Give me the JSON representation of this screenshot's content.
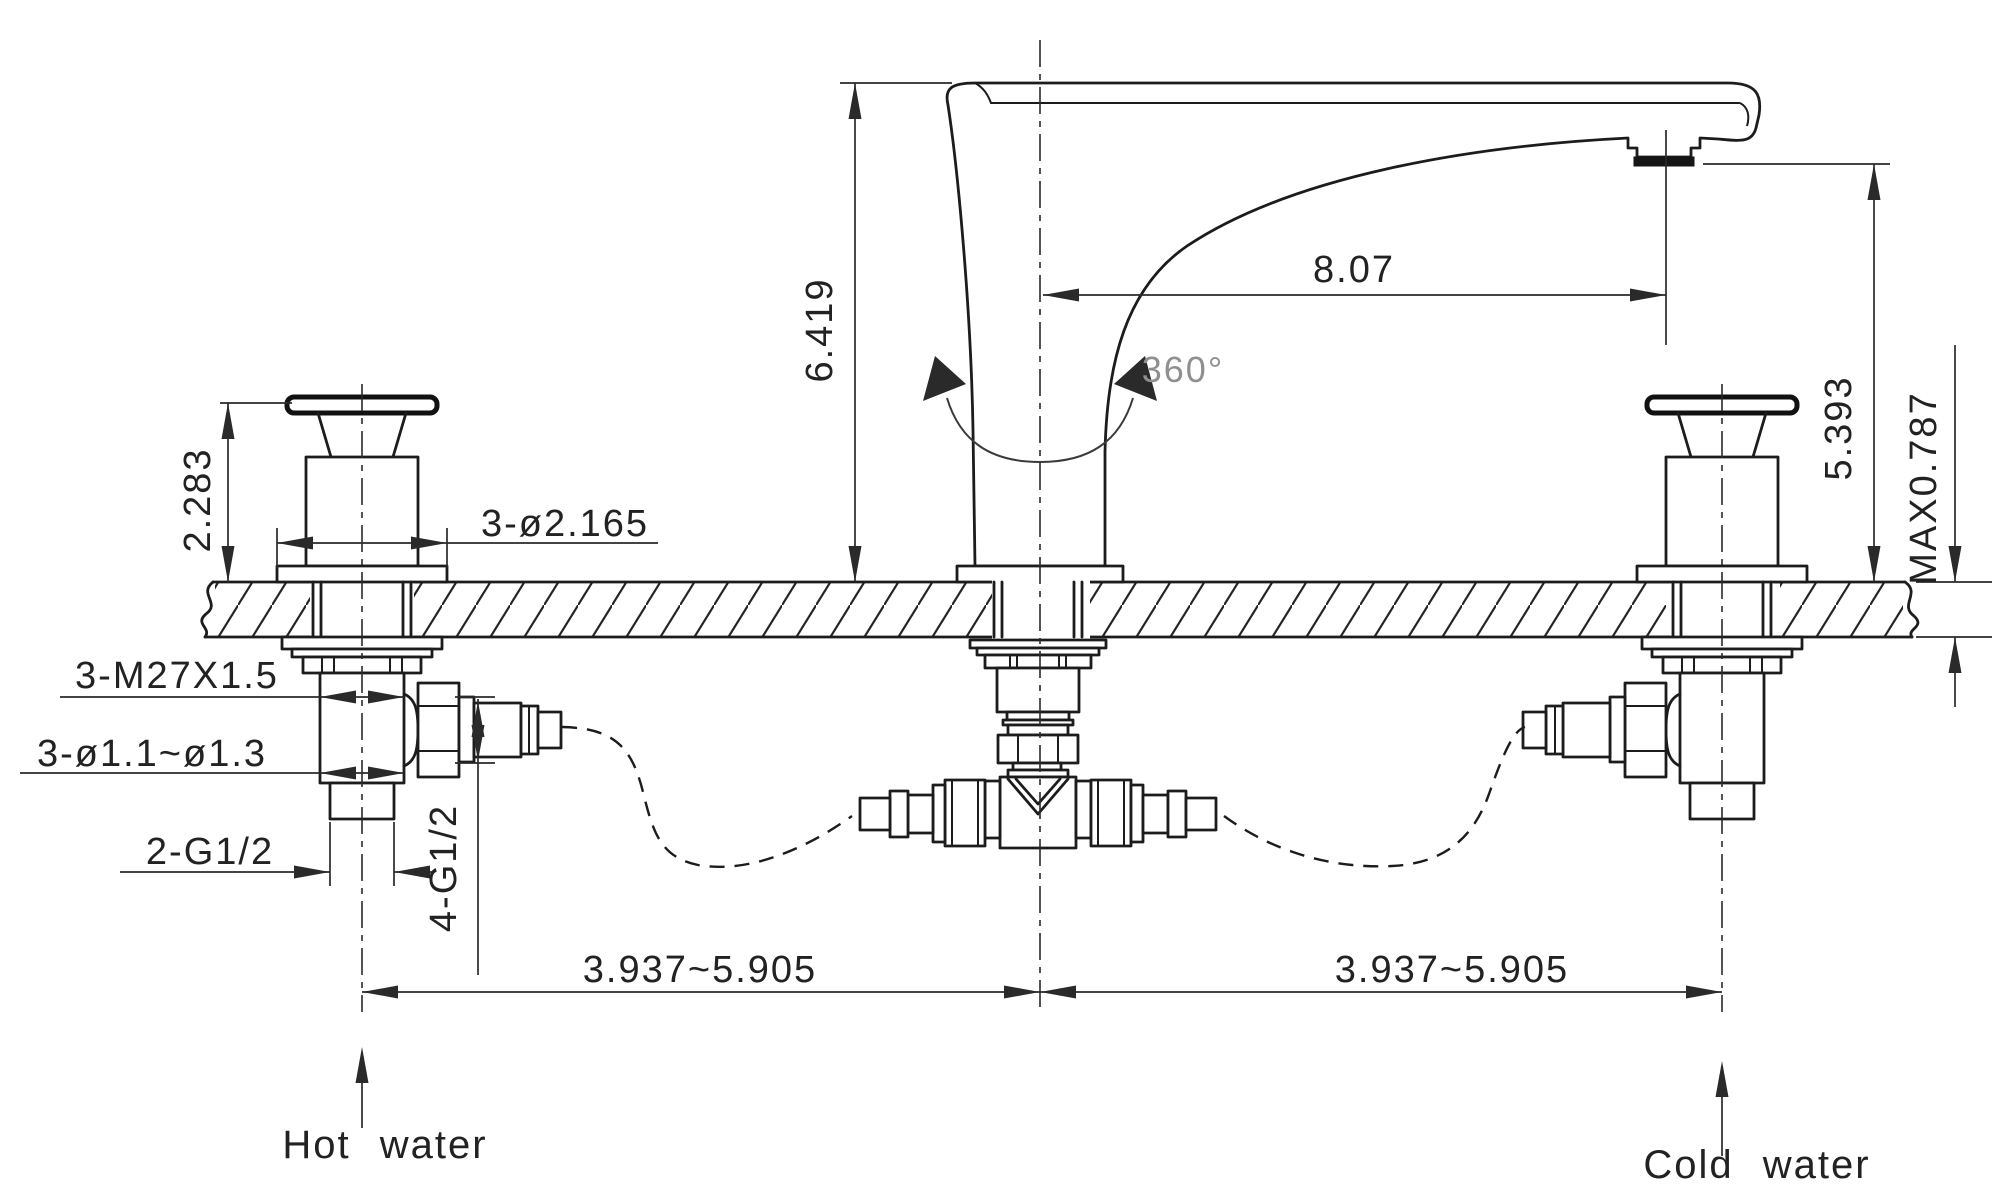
{
  "drawing": {
    "labels": {
      "hot_water": "Hot water",
      "cold_water": "Cold water",
      "swivel_angle": "360°"
    },
    "dimensions": {
      "spout_height": "6.419",
      "spout_reach": "8.07",
      "outlet_height": "5.393",
      "max_deck_thickness": "MAX0.787",
      "handle_height": "2.283",
      "escutcheon_diameter": "3-ø2.165",
      "shank_thread": "3-M27X1.5",
      "inlet_diameter": "3-ø1.1~ø1.3",
      "bottom_connection": "2-G1/2",
      "hose_connection": "4-G1/2",
      "center_spacing_left": "3.937~5.905",
      "center_spacing_right": "3.937~5.905"
    },
    "colors": {
      "line": "#1c1c1c",
      "dimension": "#2a2a2a",
      "swivel_text": "#8f8f8f",
      "background": "#ffffff"
    }
  }
}
